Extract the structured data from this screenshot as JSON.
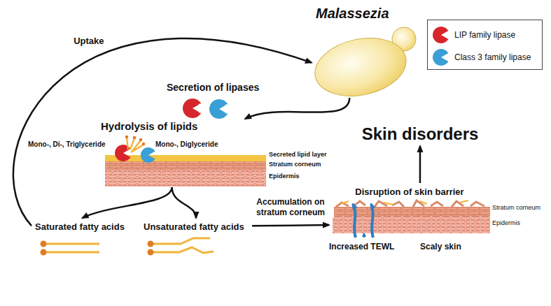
{
  "diagram": {
    "nodes": [
      {
        "text": [
          "Malassezia"
        ]
      },
      {
        "text": [
          "Hydrolysis of lipids"
        ]
      },
      {
        "text": [
          "Saturated fatty acids"
        ]
      },
      {
        "text": [
          "Unsaturated fatty acids"
        ]
      },
      {
        "text": [
          "Disruption of skin barrier"
        ]
      },
      {
        "text": [
          "Skin disorders"
        ]
      }
    ],
    "edges": [
      {
        "from": 0,
        "to": 1,
        "arrow": "to"
      },
      {
        "from": 1,
        "to": 2,
        "arrow": "to"
      },
      {
        "from": 1,
        "to": 3,
        "arrow": "to"
      },
      {
        "from": 2,
        "to": 0,
        "label": "Uptake",
        "arrow": "to"
      },
      {
        "from": 3,
        "to": 4,
        "label": "Accumulation on stratum corneum",
        "arrow": "to"
      },
      {
        "from": 4,
        "to": 5,
        "arrow": "to"
      }
    ],
    "labels": [
      "Secretion of lipases",
      "Mono-, Di-, Triglyceride",
      "Mono-, Diglyceride",
      "Secreted lipid layer",
      "Stratum corneum",
      "Epidermis",
      "Stratum corneum",
      "Epidermis",
      "Increased TEWL",
      "Scaly skin"
    ],
    "legend": [
      {
        "text": "LIP family lipase",
        "color": "#d7262b"
      },
      {
        "text": "Class 3 family lipase",
        "color": "#3a9fd6"
      }
    ]
  }
}
